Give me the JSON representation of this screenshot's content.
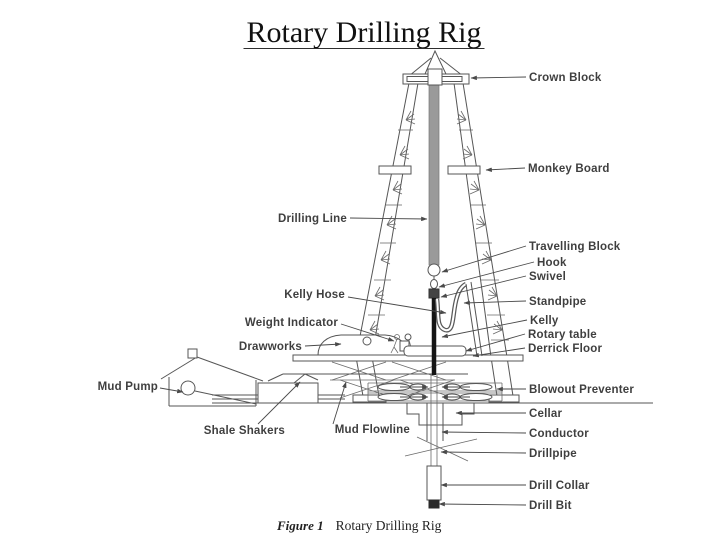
{
  "title": "Rotary Drilling Rig",
  "caption": {
    "label": "Figure 1",
    "text": "Rotary Drilling Rig"
  },
  "colors": {
    "background": "#ffffff",
    "ink": "#565656",
    "label_text": "#3f3f3f",
    "title_text": "#111111",
    "drilling_line_gray": "#9a9a9a",
    "kelly_black": "#1a1a1a"
  },
  "labels": {
    "crown_block": "Crown Block",
    "monkey_board": "Monkey Board",
    "drilling_line": "Drilling Line",
    "travelling_block": "Travelling Block",
    "hook": "Hook",
    "swivel": "Swivel",
    "kelly_hose": "Kelly Hose",
    "standpipe": "Standpipe",
    "kelly": "Kelly",
    "weight_indicator": "Weight Indicator",
    "rotary_table": "Rotary table",
    "drawworks": "Drawworks",
    "derrick_floor": "Derrick Floor",
    "mud_pump": "Mud Pump",
    "blowout_preventer": "Blowout Preventer",
    "cellar": "Cellar",
    "shale_shakers": "Shale Shakers",
    "mud_flowline": "Mud Flowline",
    "conductor": "Conductor",
    "drillpipe": "Drillpipe",
    "drill_collar": "Drill Collar",
    "drill_bit": "Drill Bit"
  }
}
